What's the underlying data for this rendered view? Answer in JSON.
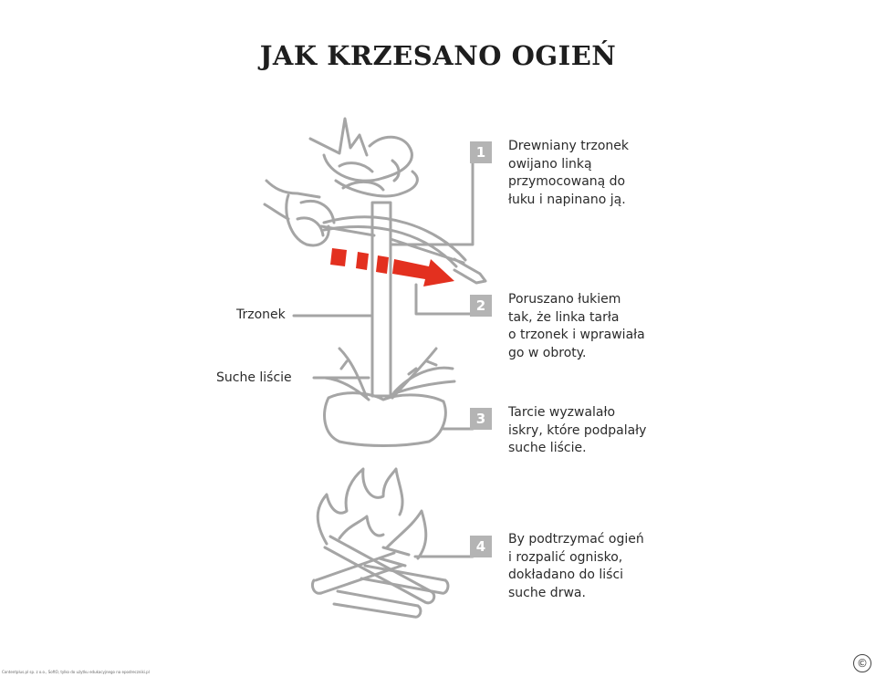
{
  "title": "JAK KRZESANO OGIEŃ",
  "labels": {
    "trzonek": "Trzonek",
    "suche_liscie": "Suche liście"
  },
  "steps": [
    {
      "number": "1",
      "text": "Drewniany trzonek\nowijano linką\nprzymocowaną do\nłuku i napinano ją."
    },
    {
      "number": "2",
      "text": "Poruszano łukiem\ntak, że linka tarła\no trzonek i wprawiała\ngo w obroty."
    },
    {
      "number": "3",
      "text": "Tarcie wyzwalało\niskry, które podpalały\nsuche liście."
    },
    {
      "number": "4",
      "text": "By podtrzymać ogień\ni rozpalić ognisko,\ndokładano do liści\nsuche drwa."
    }
  ],
  "footer": {
    "copyright": "©",
    "credit": "Contentplus.pl sp. z o.o., SoftO, tylko do użytku edukacyjnego na epodreczniki.pl"
  },
  "colors": {
    "line": "#a5a5a5",
    "badge": "#b4b4b4",
    "arrow": "#e3301f",
    "text": "#2b2b2b"
  }
}
